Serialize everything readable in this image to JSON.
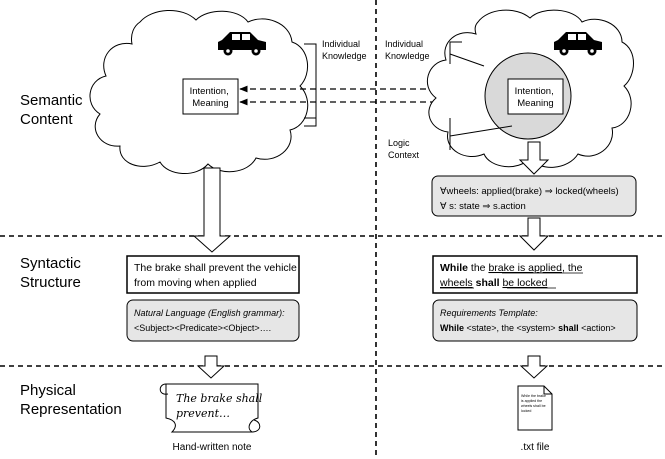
{
  "rows": {
    "semantic": [
      "Semantic",
      "Content"
    ],
    "syntactic": [
      "Syntactic",
      "Structure"
    ],
    "physical": [
      "Physical",
      "Representation"
    ]
  },
  "left": {
    "knowledge_label": [
      "Individual",
      "Knowledge"
    ],
    "intention": [
      "Intention,",
      "Meaning"
    ],
    "sentence": [
      "The brake shall prevent the vehicle",
      "from moving when applied"
    ],
    "grammar_title": "Natural Language (English grammar):",
    "grammar_body": "<Subject><Predicate><Object>….",
    "note_text": [
      "The brake shall",
      "prevent…"
    ],
    "caption": "Hand-written note"
  },
  "right": {
    "knowledge_label": [
      "Individual",
      "Knowledge"
    ],
    "intention": [
      "Intention,",
      "Meaning"
    ],
    "logic_label": [
      "Logic",
      "Context"
    ],
    "formula_1": "∀wheels: applied(brake) ⇒ locked(wheels)",
    "formula_2": "∀ s: state ⇒ s.action",
    "req_line1": {
      "while": "While",
      "the1": " the ",
      "brake_is_applied": "brake is applied",
      "comma_the": ", the"
    },
    "req_line2": {
      "wheels": "wheels",
      "shall": "shall",
      "be_locked": "be locked"
    },
    "template_title": "Requirements Template:",
    "template_while": "While",
    "template_mid": " <state>, the <system> ",
    "template_shall": "shall",
    "template_end": " <action>",
    "file_lines": [
      "While the brake",
      "is applied the",
      "wheels shall be",
      "locked"
    ],
    "caption": ".txt file"
  },
  "colors": {
    "panel_gray": "#e6e6e6",
    "circle_gray": "#d9d9d9",
    "line": "#000000"
  }
}
